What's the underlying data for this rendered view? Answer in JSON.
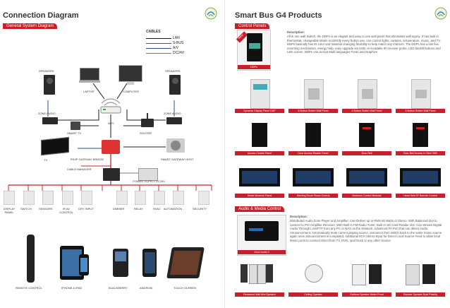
{
  "left": {
    "title": "Connection Diagram",
    "section": "General System Diagram",
    "legend": {
      "title": "CABLES",
      "items": [
        "LAN",
        "S-BUS",
        "A/V",
        "DC24V"
      ]
    },
    "labels": {
      "speakers_left": "SPEAKERS",
      "speakers_right": "SPEAKERS",
      "laptop": "LAPTOP",
      "computer": "COMPUTER",
      "zone_audio_left": "ZONE AUDIO",
      "zone_audio_right": "ZONE AUDIO",
      "wifi": "WIFI",
      "smart_tv": "SMART TV",
      "router": "ROUTER",
      "tv": "TV",
      "rs_ip_gateway": "RS/IP GATEWAY BRIDGE",
      "smart_gateway_host": "SMART GATEWAY HOST",
      "cable_manager": "CABLE MANAGER",
      "power_supply": "POWER SUPPLY DC24V"
    },
    "devices": [
      "DISPLAY PANEL",
      "SWITCH",
      "SENSORS",
      "IR AV CONTROL",
      "DRY INPUT",
      "DIMMER",
      "RELAY",
      "HVAC",
      "AUTOMATION",
      "SECURITY"
    ],
    "clients": [
      "REMOTE CONTROL",
      "IPHONE & IPAD",
      "BLACKBERRY",
      "ANDROID",
      "TOUCH SCREEN"
    ]
  },
  "right": {
    "title": "Smart Bus G4 Products",
    "control": {
      "section": "Control Panels",
      "badge": "New",
      "ddp_caption": "DDPs",
      "description_title": "Description:",
      "description": "All in one wall Switch; the DDPs is an elegant and easy to use wall panel that eliminates wall agony. It has built in thermostat, changeable labels to identify every button use, can control lights, curtains, temperature, music, and TV. DDPs basically has its color and material changing flexibility to help match any interiors. The DDPs has a low five mounting mechanism, energy help, easy upgrade via USB, re-locatable IR receiver probe, LED backlit buttons and LED screen. DDPs can accept Multi languages Fonts and Graphics",
      "row1": [
        "Dynamic Display Panel DDP",
        "6 Button Switch Wall Panel",
        "4 Button Switch Wall Panel",
        "3 Button Switch Wall Panel"
      ],
      "row2": [
        "Access Control Panel",
        "Door Access Reader Panel",
        "Door Bell",
        "Door Bell Access & Click DND"
      ],
      "row3": [
        "Smart Museum Panel",
        "Meeting Room Room Control",
        "Bedroom Control Bedside",
        "Hand Held IR Remote Control"
      ]
    },
    "audio": {
      "section": "Audio & Media Control",
      "zone_caption": "Zone Audio 2",
      "description_title": "Description:",
      "description": "Distributed Audio Zone Player and Amplifier. Can Deliver up to RMS 60 Watts of Stereo. With Balanced Out to connect to Pre-Amplifier Receiver. With Built in FM Radio Tuner, Built in SD Card Reader slot. Can Stream Digital Audio Through LAN/FTP from any PC or NAS on the Network. Advanced PA Port that can detect Audio Announcement. Automatically mute current playing source, announce then switch back to the same music source again once announcement is completed. Additional 8CH Stereo Input for Direct Local Source Feed to allow local Music ports to connect direct from TV, DVD, Ipod Dock or any other Source",
      "row": [
        "Recessed Wall Mini Speaker",
        "Ceiling Speaker",
        "Outdoor Speaker Water Proof",
        "Passive Speaker Dual Polarity"
      ]
    }
  },
  "colors": {
    "accent": "#c8202b",
    "lan": "#1a1a1a",
    "sbus": "#c8202b",
    "av": "#2a4b8c",
    "dc24v": "#7a7a7a"
  }
}
